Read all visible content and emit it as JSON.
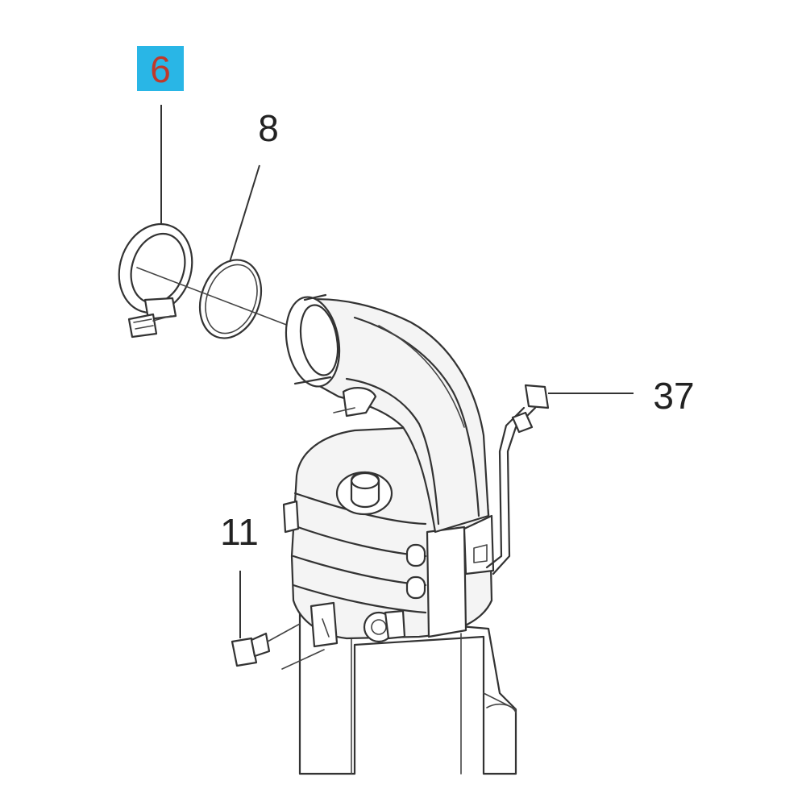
{
  "callouts": [
    {
      "id": "6",
      "label": "6",
      "highlighted": true
    },
    {
      "id": "8",
      "label": "8",
      "highlighted": false
    },
    {
      "id": "37",
      "label": "37",
      "highlighted": false
    },
    {
      "id": "11",
      "label": "11",
      "highlighted": false
    }
  ],
  "colors": {
    "highlight_bg": "#29b6e6",
    "highlight_text": "#c0392b",
    "line": "#333333",
    "label_text": "#222222",
    "background": "#ffffff"
  }
}
